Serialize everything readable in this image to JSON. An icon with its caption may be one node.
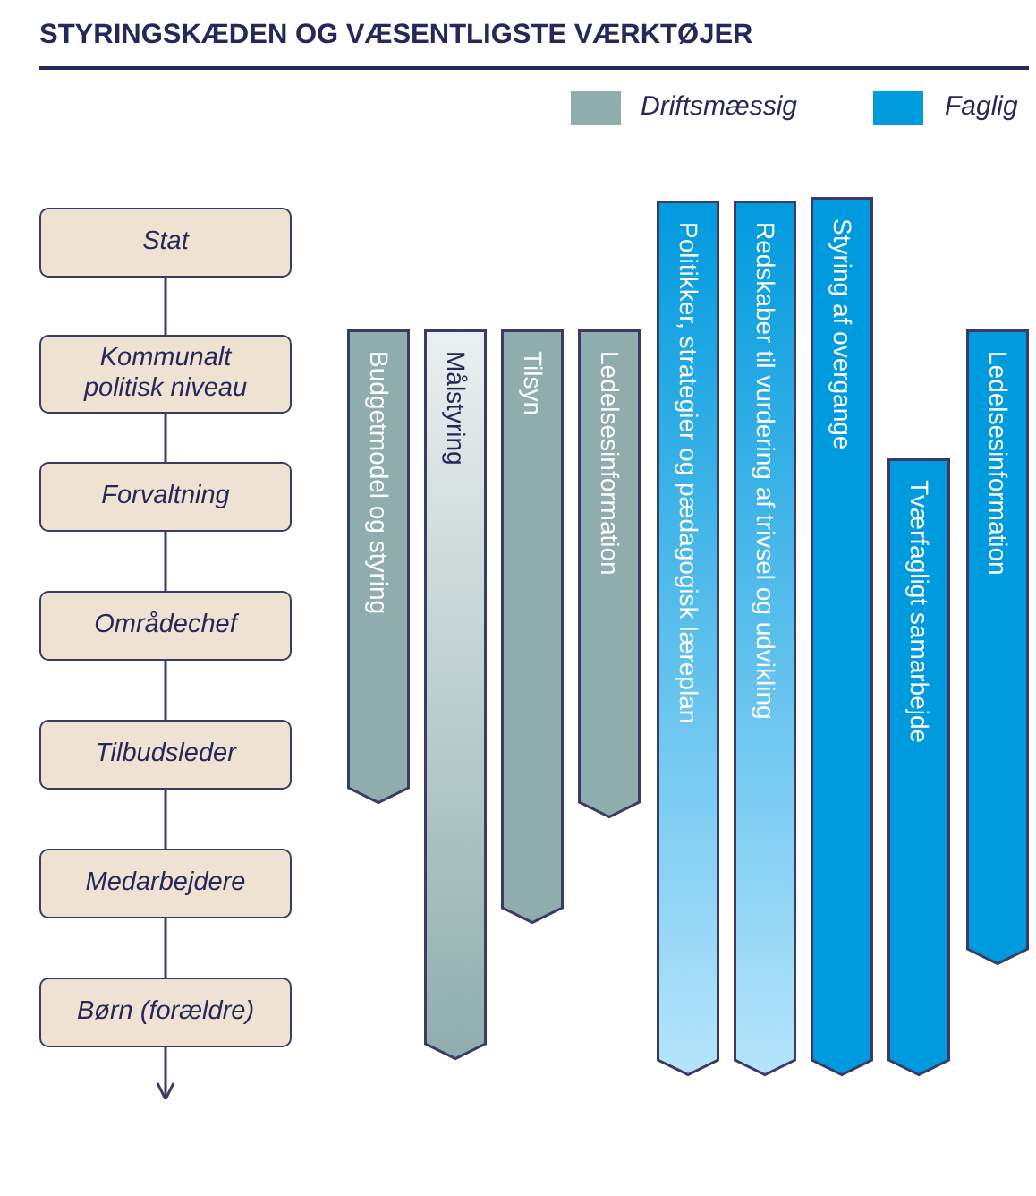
{
  "diagram": {
    "title": "STYRINGSKÆDEN OG VÆSENTLIGSTE VÆRKTØJER",
    "nodes": [
      {
        "text": [
          "Stat"
        ]
      },
      {
        "text": [
          "Kommunalt politisk niveau"
        ]
      },
      {
        "text": [
          "Forvaltning"
        ]
      },
      {
        "text": [
          "Områdechef"
        ]
      },
      {
        "text": [
          "Tilbudsleder"
        ]
      },
      {
        "text": [
          "Medarbejdere"
        ]
      },
      {
        "text": [
          "Børn (forældre)"
        ]
      },
      {
        "text": [
          "Budgetmodel og styring"
        ]
      },
      {
        "text": [
          "Målstyring"
        ]
      },
      {
        "text": [
          "Tilsyn"
        ]
      },
      {
        "text": [
          "Ledelsesinformation"
        ]
      },
      {
        "text": [
          "Politikker, strategier og pædagogisk læreplan"
        ]
      },
      {
        "text": [
          "Redskaber til vurdering af trivsel og udvikling"
        ]
      },
      {
        "text": [
          "Styring af overgange"
        ]
      },
      {
        "text": [
          "Tværfagligt samarbejde"
        ]
      },
      {
        "text": [
          "Ledelsesinformation"
        ]
      }
    ],
    "edges": [
      {
        "from": 0,
        "to": 1,
        "arrow": "none"
      },
      {
        "from": 1,
        "to": 2,
        "arrow": "none"
      },
      {
        "from": 2,
        "to": 3,
        "arrow": "none"
      },
      {
        "from": 3,
        "to": 4,
        "arrow": "none"
      },
      {
        "from": 4,
        "to": 5,
        "arrow": "none"
      },
      {
        "from": 5,
        "to": 6,
        "arrow": "none"
      },
      {
        "from": 6,
        "to": null,
        "arrow": "to"
      }
    ],
    "legend": [
      {
        "text": "Driftsmæssig",
        "color": "#90adad"
      },
      {
        "text": "Faglig",
        "color": "#009ade"
      }
    ]
  }
}
